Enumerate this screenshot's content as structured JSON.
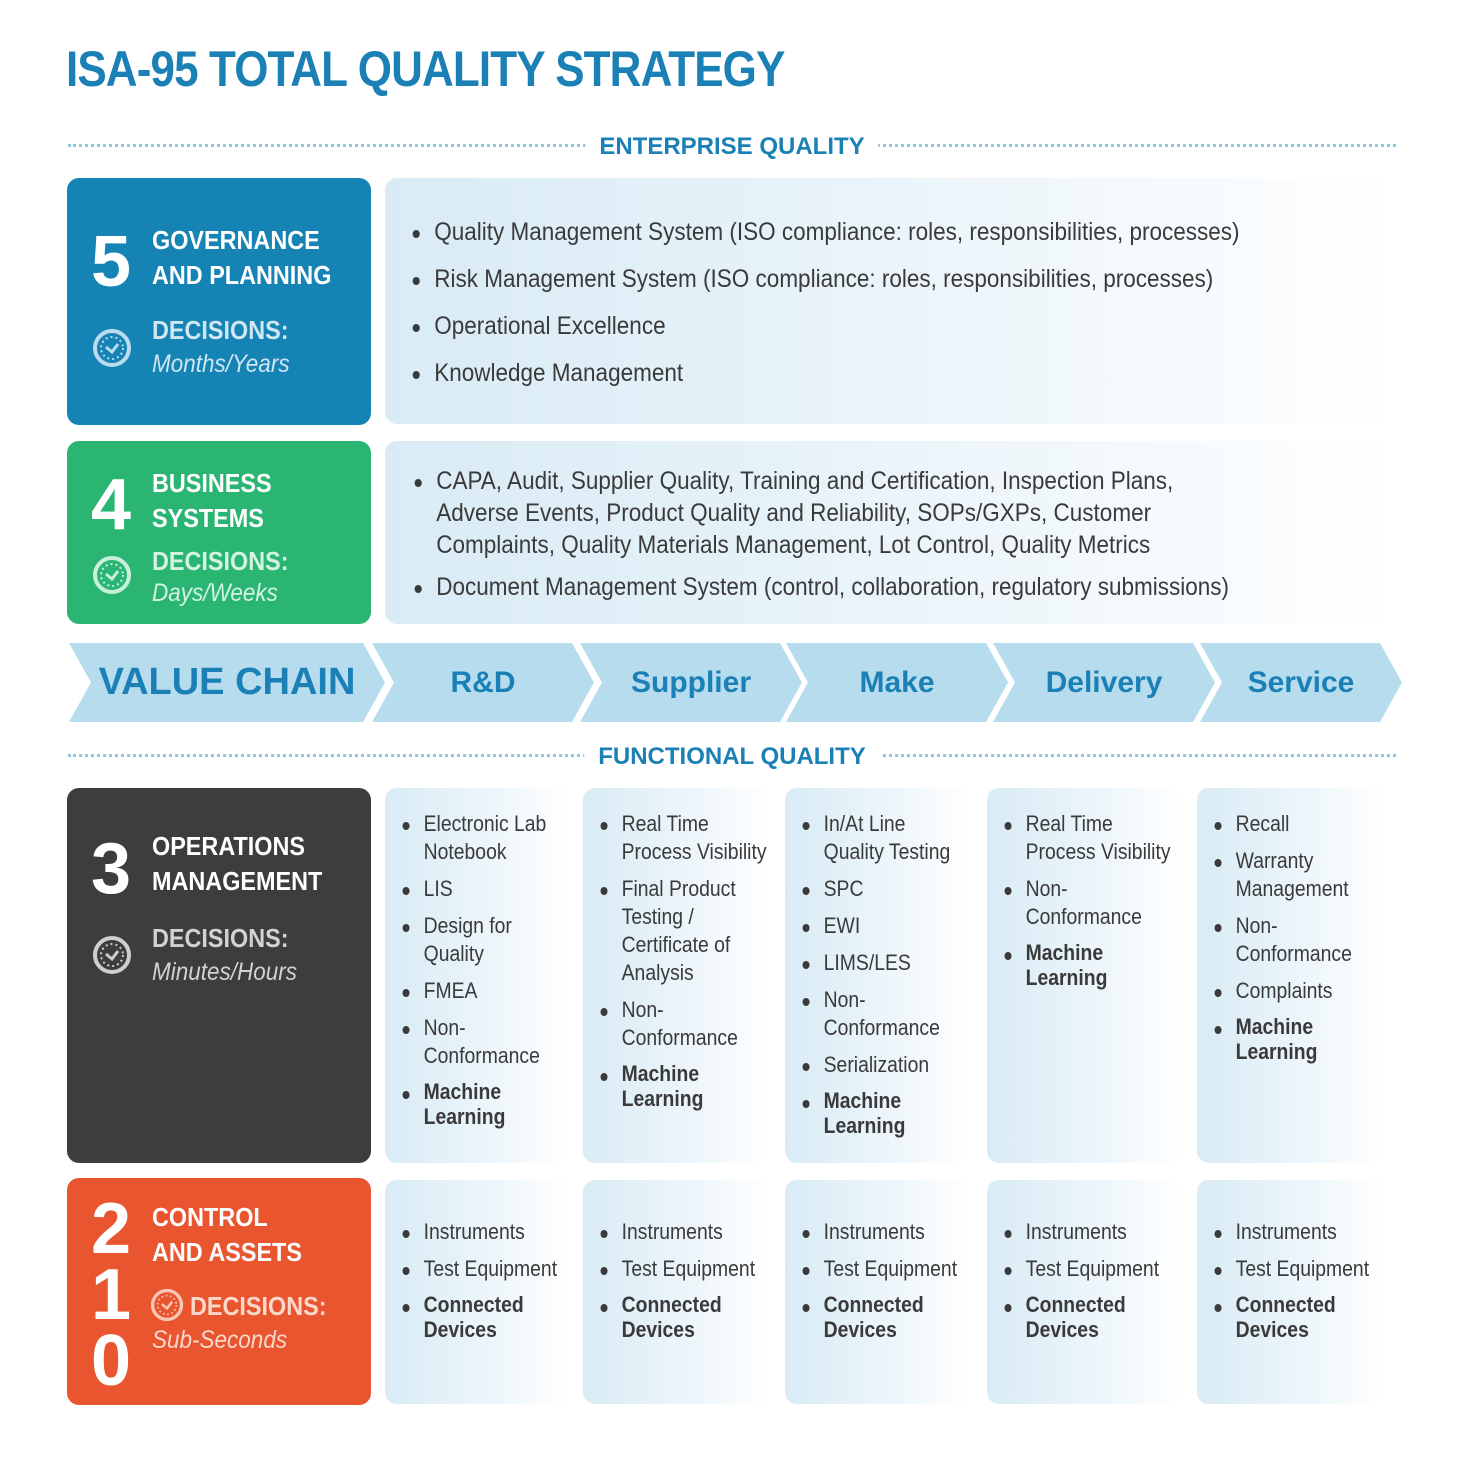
{
  "title": "ISA-95 TOTAL QUALITY STRATEGY",
  "enterprise_label": "ENTERPRISE QUALITY",
  "functional_label": "FUNCTIONAL QUALITY",
  "colors": {
    "title": "#1a80b6",
    "level5": "#1583b4",
    "level4": "#2bb573",
    "level3": "#3d3d3d",
    "level2": "#e9552f",
    "chevron": "#b6dcee"
  },
  "levels": {
    "l5": {
      "number": "5",
      "title": [
        "GOVERNANCE",
        "AND PLANNING"
      ],
      "decisions": "DECISIONS:",
      "timescale": "Months/Years",
      "icon": "clock-icon",
      "items": [
        "Quality Management System (ISO compliance: roles, responsibilities, processes)",
        "Risk Management System (ISO compliance: roles, responsibilities, processes)",
        "Operational Excellence",
        "Knowledge Management"
      ]
    },
    "l4": {
      "number": "4",
      "title": [
        "BUSINESS",
        "SYSTEMS"
      ],
      "decisions": "DECISIONS:",
      "timescale": "Days/Weeks",
      "icon": "clock-icon",
      "items": [
        "CAPA, Audit, Supplier Quality, Training and Certification, Inspection Plans, Adverse Events, Product Quality and Reliability, SOPs/GXPs, Customer Complaints, Quality Materials Management, Lot Control, Quality Metrics",
        "Document Management System (control, collaboration, regulatory submissions)"
      ]
    },
    "l3": {
      "number": "3",
      "title": [
        "OPERATIONS",
        "MANAGEMENT"
      ],
      "decisions": "DECISIONS:",
      "timescale": "Minutes/Hours",
      "icon": "clock-icon"
    },
    "l2": {
      "numbers": [
        "2",
        "1",
        "0"
      ],
      "title": [
        "CONTROL",
        "AND ASSETS"
      ],
      "decisions": "DECISIONS:",
      "timescale": "Sub-Seconds",
      "icon": "clock-icon"
    }
  },
  "value_chain": [
    "VALUE CHAIN",
    "R&D",
    "Supplier",
    "Make",
    "Delivery",
    "Service"
  ],
  "operations_columns": [
    [
      {
        "t": "Electronic Lab Notebook"
      },
      {
        "t": "LIS"
      },
      {
        "t": "Design for Quality"
      },
      {
        "t": "FMEA"
      },
      {
        "t": "Non-Conformance"
      },
      {
        "t": "Machine Learning",
        "b": true
      }
    ],
    [
      {
        "t": "Real Time Process Visibility"
      },
      {
        "t": "Final Product Testing / Certificate of Analysis"
      },
      {
        "t": "Non-Conformance"
      },
      {
        "t": "Machine Learning",
        "b": true
      }
    ],
    [
      {
        "t": "In/At Line Quality Testing"
      },
      {
        "t": "SPC"
      },
      {
        "t": "EWI"
      },
      {
        "t": "LIMS/LES"
      },
      {
        "t": "Non-Conformance"
      },
      {
        "t": "Serialization"
      },
      {
        "t": "Machine Learning",
        "b": true
      }
    ],
    [
      {
        "t": "Real Time Process Visibility"
      },
      {
        "t": "Non-Conformance"
      },
      {
        "t": "Machine Learning",
        "b": true
      }
    ],
    [
      {
        "t": "Recall"
      },
      {
        "t": "Warranty Management"
      },
      {
        "t": "Non-Conformance"
      },
      {
        "t": "Complaints"
      },
      {
        "t": "Machine Learning",
        "b": true
      }
    ]
  ],
  "control_columns": [
    [
      {
        "t": "Instruments"
      },
      {
        "t": "Test Equipment"
      },
      {
        "t": "Connected Devices",
        "b": true
      }
    ],
    [
      {
        "t": "Instruments"
      },
      {
        "t": "Test Equipment"
      },
      {
        "t": "Connected Devices",
        "b": true
      }
    ],
    [
      {
        "t": "Instruments"
      },
      {
        "t": "Test Equipment"
      },
      {
        "t": "Connected Devices",
        "b": true
      }
    ],
    [
      {
        "t": "Instruments"
      },
      {
        "t": "Test Equipment"
      },
      {
        "t": "Connected Devices",
        "b": true
      }
    ],
    [
      {
        "t": "Instruments"
      },
      {
        "t": "Test Equipment"
      },
      {
        "t": "Connected Devices",
        "b": true
      }
    ]
  ]
}
